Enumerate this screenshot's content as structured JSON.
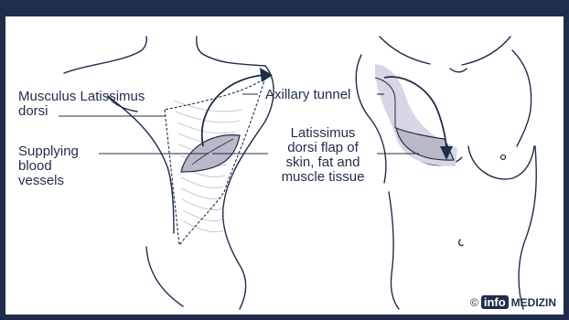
{
  "labels": {
    "musculus": [
      "Musculus Latissimus",
      "dorsi"
    ],
    "supplying": [
      "Supplying",
      "blood",
      "vessels"
    ],
    "axillary": "Axillary tunnel",
    "flap": [
      "Latissimus",
      "dorsi flap of",
      "skin, fat and",
      "muscle tissue"
    ]
  },
  "credit": {
    "copyright": "©",
    "brand": "info",
    "name": "MEDIZIN"
  },
  "colors": {
    "navy": "#1f2d4a",
    "flap_fill": "#b9b9c9",
    "shade": "#d8d6e4"
  }
}
